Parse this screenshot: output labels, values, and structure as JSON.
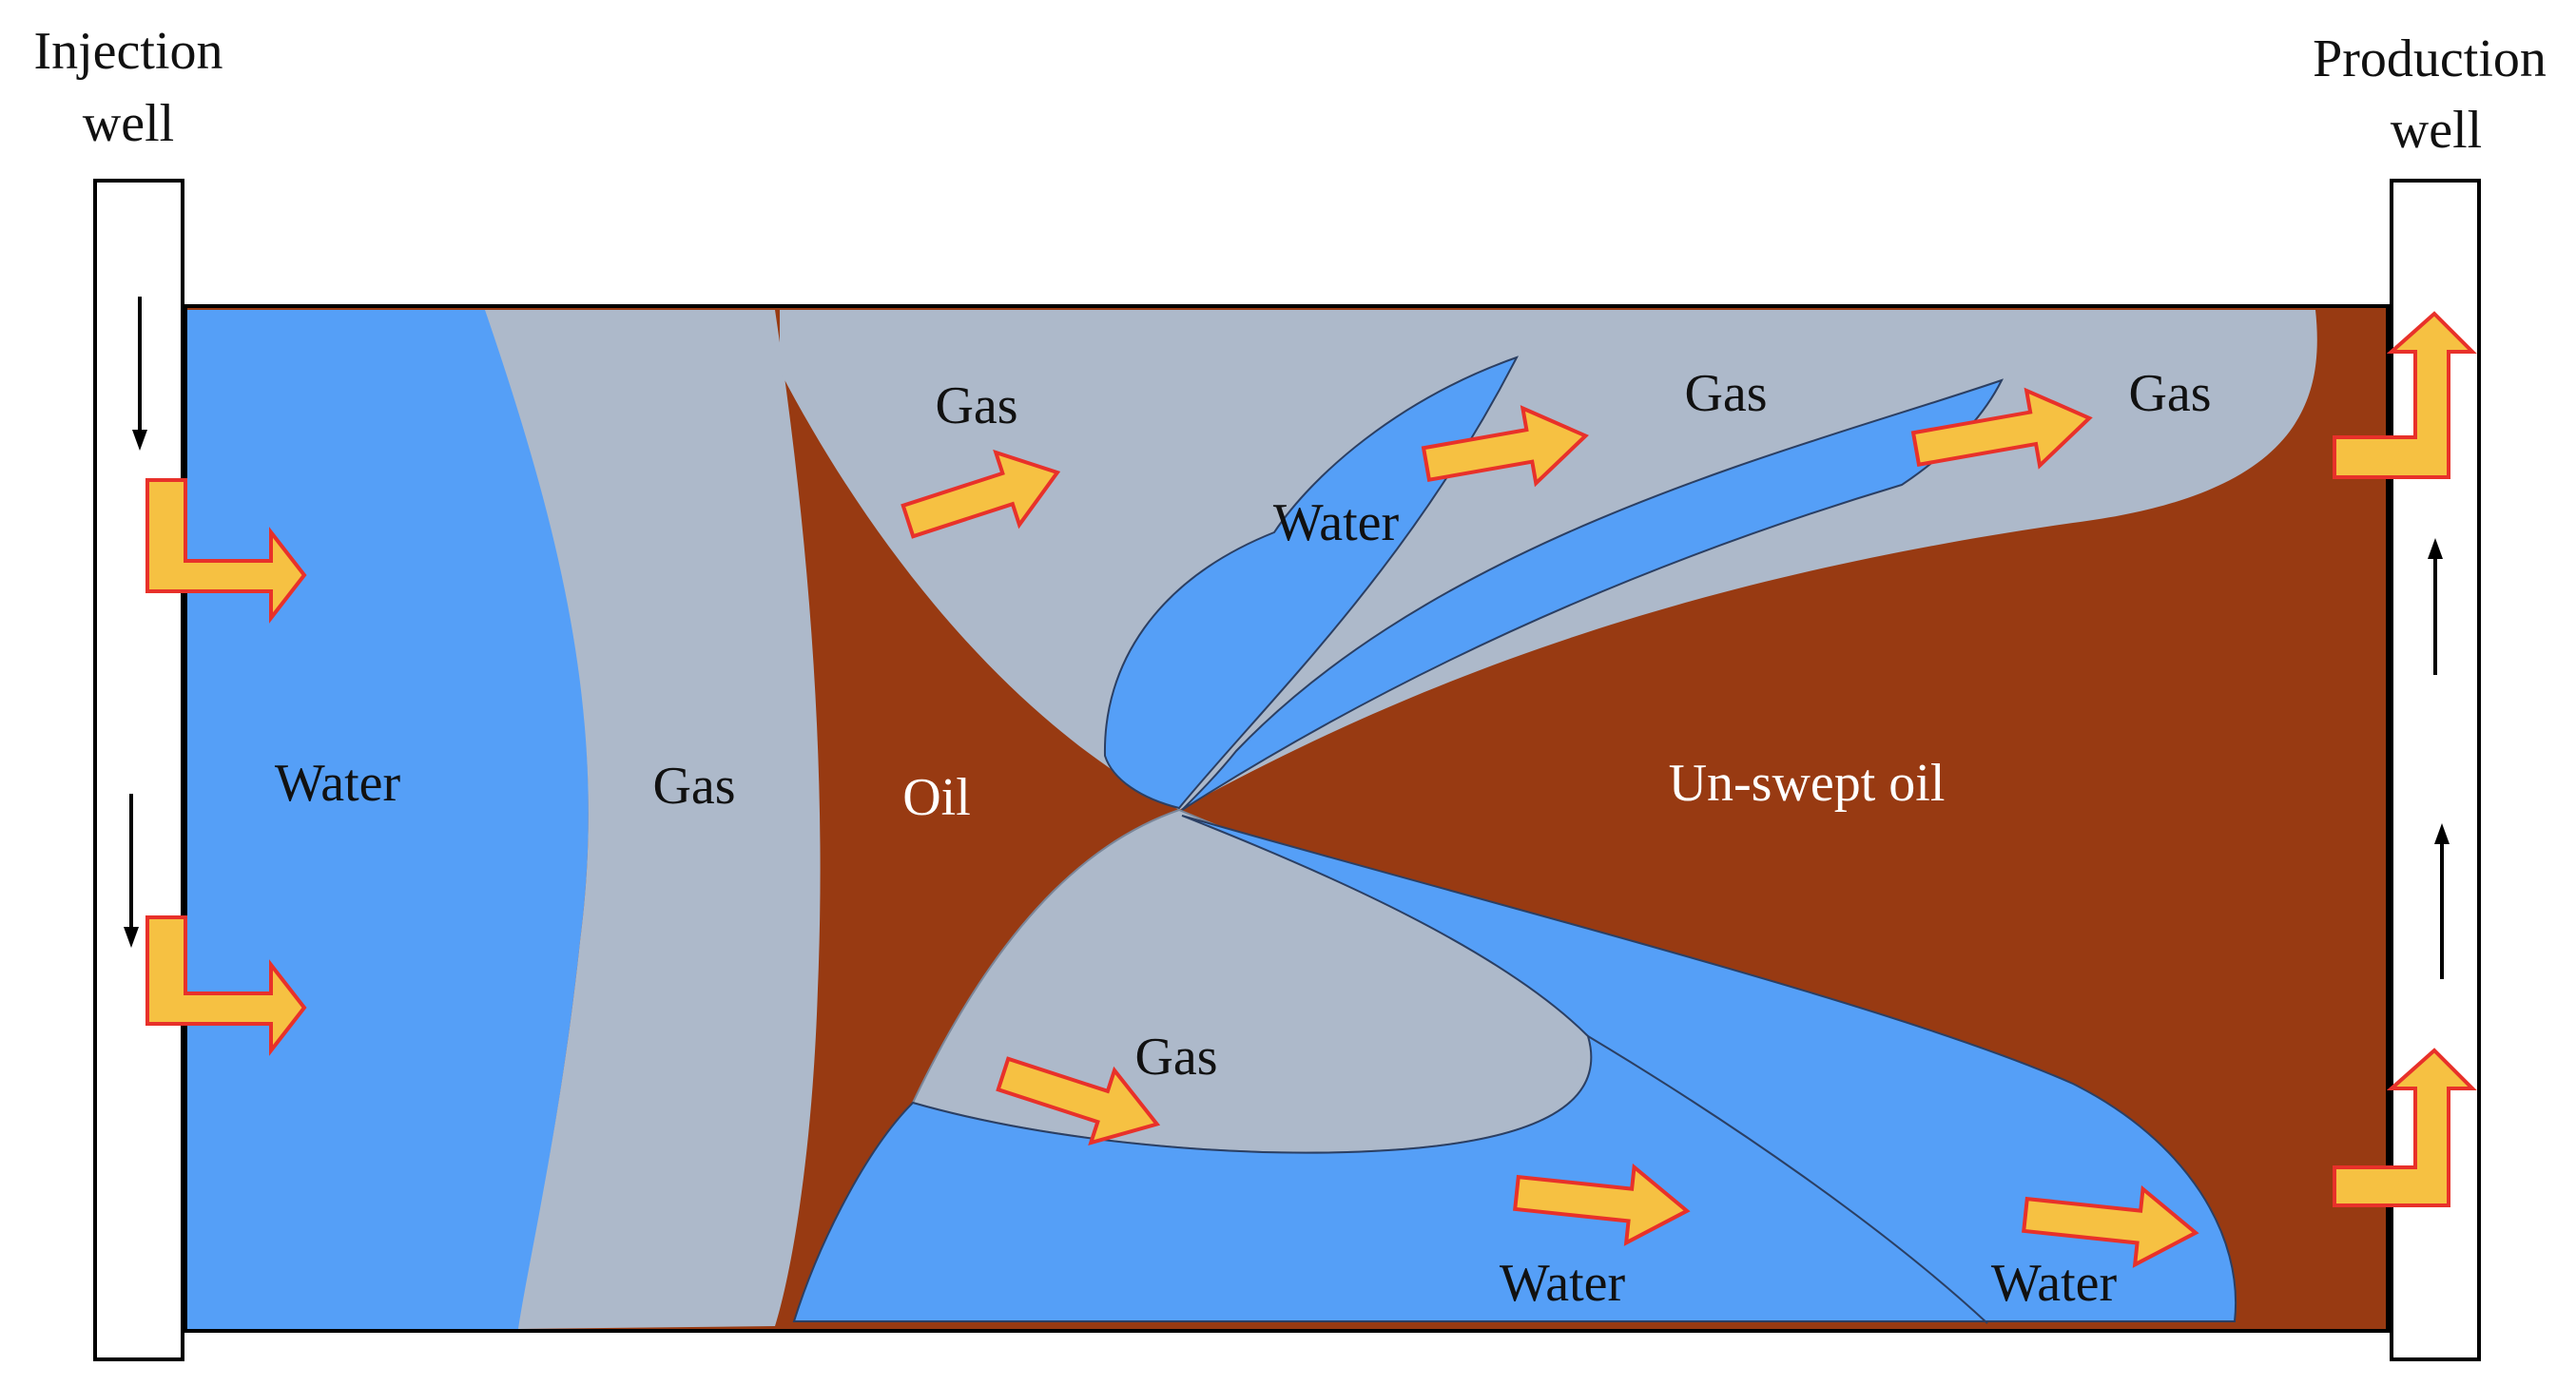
{
  "wells": {
    "injection_line1": "Injection",
    "injection_line2": "well",
    "production_line1": "Production",
    "production_line2": "well"
  },
  "regions": {
    "water_left": "Water",
    "gas_band": "Gas",
    "oil": "Oil",
    "gas_top_1": "Gas",
    "gas_top_2": "Gas",
    "gas_top_3": "Gas",
    "water_upper": "Water",
    "unswept_oil": "Un-swept oil",
    "gas_lower": "Gas",
    "water_bottom_1": "Water",
    "water_bottom_2": "Water"
  },
  "colors": {
    "water": "#559ff7",
    "gas": "#adb9ca",
    "oil": "#983a12",
    "flow_arrow_fill": "#f6c142",
    "flow_arrow_stroke": "#e8312a",
    "outline": "#000000",
    "unswept_oil_text": "#ffffff"
  },
  "icons": {
    "flow_arrow": "block-arrow-right",
    "turn_arrow_injection": "bent-arrow-down-right",
    "turn_arrow_production": "bent-arrow-right-up",
    "well_flow_indicator": "thin-arrow"
  }
}
